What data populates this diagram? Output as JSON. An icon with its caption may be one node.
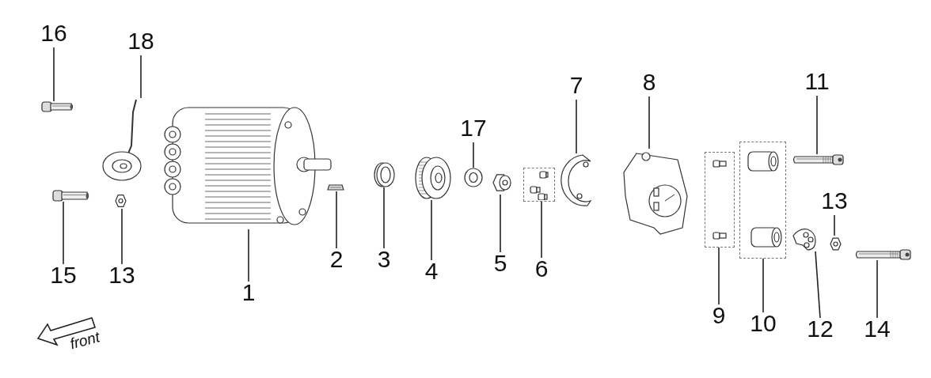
{
  "diagram": {
    "nodes": [
      {
        "text": [
          "16"
        ]
      },
      {
        "text": [
          "18"
        ]
      },
      {
        "text": [
          "7"
        ]
      },
      {
        "text": [
          "8"
        ]
      },
      {
        "text": [
          "11"
        ]
      },
      {
        "text": [
          "17"
        ]
      },
      {
        "text": [
          "13"
        ]
      },
      {
        "text": [
          "15"
        ]
      },
      {
        "text": [
          "13"
        ]
      },
      {
        "text": [
          "2"
        ]
      },
      {
        "text": [
          "3"
        ]
      },
      {
        "text": [
          "4"
        ]
      },
      {
        "text": [
          "5"
        ]
      },
      {
        "text": [
          "6"
        ]
      },
      {
        "text": [
          "1"
        ]
      },
      {
        "text": [
          "9"
        ]
      },
      {
        "text": [
          "10"
        ]
      },
      {
        "text": [
          "12"
        ]
      },
      {
        "text": [
          "14"
        ]
      },
      {
        "text": [],
        "shape": "picture"
      },
      {
        "text": [],
        "shape": "picture"
      },
      {
        "text": [],
        "shape": "picture"
      },
      {
        "text": [],
        "shape": "picture"
      },
      {
        "text": [],
        "shape": "picture"
      },
      {
        "text": [],
        "shape": "picture"
      },
      {
        "text": [],
        "shape": "picture"
      },
      {
        "text": [],
        "shape": "picture"
      },
      {
        "text": [],
        "shape": "picture"
      },
      {
        "text": [],
        "shape": "picture"
      },
      {
        "text": [],
        "shape": "picture"
      },
      {
        "text": [],
        "shape": "picture"
      },
      {
        "text": [],
        "shape": "picture"
      },
      {
        "text": [],
        "shape": "box"
      },
      {
        "text": [],
        "shape": "picture"
      },
      {
        "text": [],
        "shape": "box"
      },
      {
        "text": [],
        "shape": "box"
      },
      {
        "text": [],
        "shape": "picture"
      },
      {
        "text": [],
        "shape": "picture"
      }
    ],
    "edges": [
      {
        "from": 0,
        "to": 19,
        "arrow": "none"
      },
      {
        "from": 1,
        "to": 20,
        "arrow": "none"
      },
      {
        "from": 2,
        "to": 21,
        "arrow": "none"
      },
      {
        "from": 3,
        "to": 22,
        "arrow": "none"
      },
      {
        "from": 4,
        "to": 23,
        "arrow": "none"
      },
      {
        "from": 5,
        "to": 24,
        "arrow": "none"
      },
      {
        "from": 6,
        "to": 25,
        "arrow": "none"
      },
      {
        "from": 7,
        "to": 26,
        "arrow": "none"
      },
      {
        "from": 8,
        "to": 27,
        "arrow": "none"
      },
      {
        "from": 9,
        "to": 28,
        "arrow": "none"
      },
      {
        "from": 10,
        "to": 29,
        "arrow": "none"
      },
      {
        "from": 11,
        "to": 30,
        "arrow": "none"
      },
      {
        "from": 12,
        "to": 31,
        "arrow": "none"
      },
      {
        "from": 13,
        "to": 32,
        "arrow": "none"
      },
      {
        "from": 14,
        "to": 33,
        "arrow": "none"
      },
      {
        "from": 15,
        "to": 34,
        "arrow": "none"
      },
      {
        "from": 16,
        "to": 35,
        "arrow": "none"
      },
      {
        "from": 17,
        "to": 36,
        "arrow": "none"
      },
      {
        "from": 18,
        "to": 37,
        "arrow": "none"
      }
    ],
    "labels": [
      "front"
    ]
  }
}
